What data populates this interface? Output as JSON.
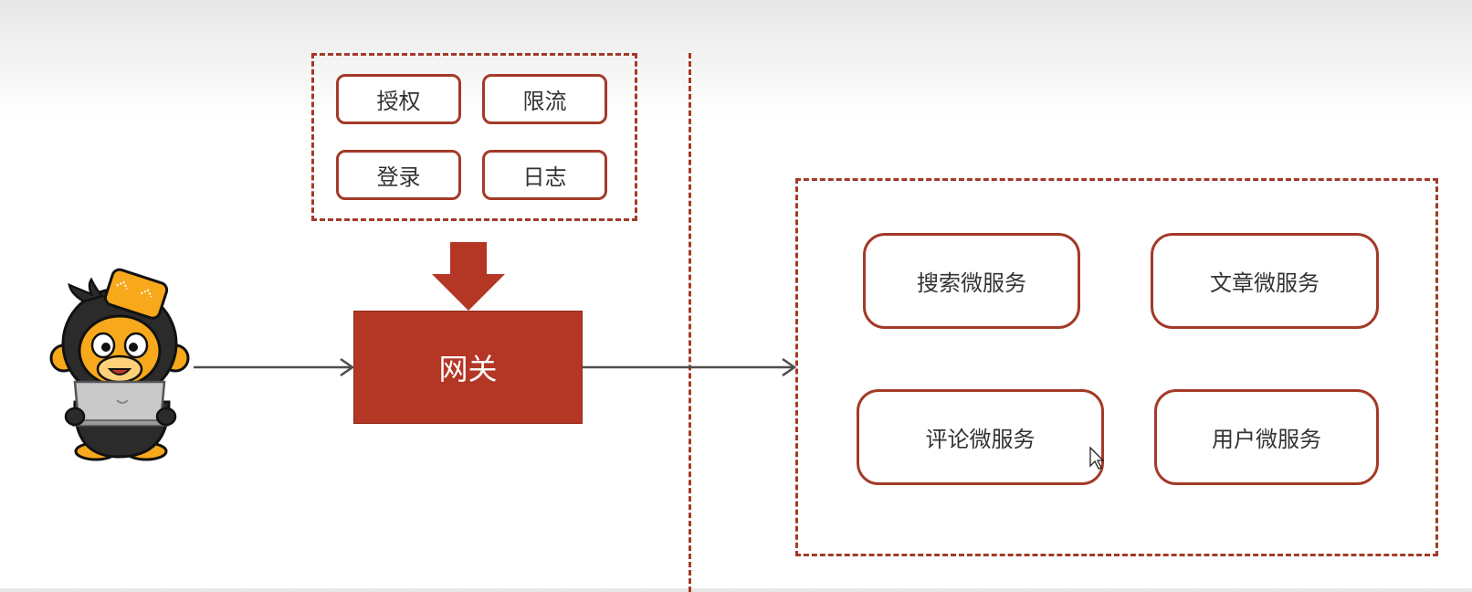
{
  "filters": {
    "auth": "授权",
    "rate_limit": "限流",
    "login": "登录",
    "log": "日志"
  },
  "gateway": {
    "label": "网关"
  },
  "services": {
    "search": "搜索微服务",
    "article": "文章微服务",
    "comment": "评论微服务",
    "user": "用户微服务"
  },
  "colors": {
    "accent": "#a33a28",
    "gateway_fill": "#b43625",
    "arrow": "#4d4d4d",
    "mascot_orange": "#f7a81b"
  },
  "icons": {
    "client": "monkey-mascot-with-laptop",
    "cursor": "mouse-pointer-icon"
  }
}
